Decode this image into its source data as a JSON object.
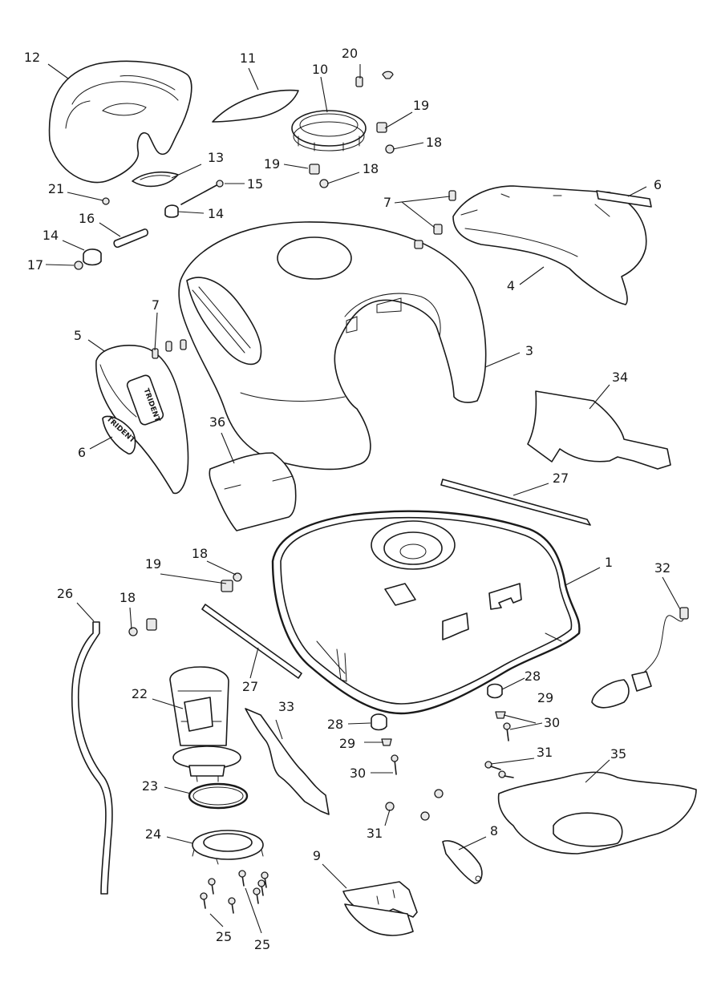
{
  "emblem_text": "TRIDENT",
  "callouts": [
    {
      "id": "12",
      "text": "12"
    },
    {
      "id": "11",
      "text": "11"
    },
    {
      "id": "10",
      "text": "10"
    },
    {
      "id": "20",
      "text": "20"
    },
    {
      "id": "19a",
      "text": "19"
    },
    {
      "id": "18a",
      "text": "18"
    },
    {
      "id": "19b",
      "text": "19"
    },
    {
      "id": "18b",
      "text": "18"
    },
    {
      "id": "13",
      "text": "13"
    },
    {
      "id": "21",
      "text": "21"
    },
    {
      "id": "15",
      "text": "15"
    },
    {
      "id": "14a",
      "text": "14"
    },
    {
      "id": "16",
      "text": "16"
    },
    {
      "id": "14b",
      "text": "14"
    },
    {
      "id": "17",
      "text": "17"
    },
    {
      "id": "6a",
      "text": "6"
    },
    {
      "id": "7a",
      "text": "7"
    },
    {
      "id": "4",
      "text": "4"
    },
    {
      "id": "7b",
      "text": "7"
    },
    {
      "id": "5",
      "text": "5"
    },
    {
      "id": "3",
      "text": "3"
    },
    {
      "id": "34",
      "text": "34"
    },
    {
      "id": "36",
      "text": "36"
    },
    {
      "id": "6b",
      "text": "6"
    },
    {
      "id": "27a",
      "text": "27"
    },
    {
      "id": "1",
      "text": "1"
    },
    {
      "id": "18c",
      "text": "18"
    },
    {
      "id": "19c",
      "text": "19"
    },
    {
      "id": "32",
      "text": "32"
    },
    {
      "id": "26",
      "text": "26"
    },
    {
      "id": "18d",
      "text": "18"
    },
    {
      "id": "28a",
      "text": "28"
    },
    {
      "id": "27b",
      "text": "27"
    },
    {
      "id": "22",
      "text": "22"
    },
    {
      "id": "29a",
      "text": "29"
    },
    {
      "id": "33",
      "text": "33"
    },
    {
      "id": "28b",
      "text": "28"
    },
    {
      "id": "30a",
      "text": "30"
    },
    {
      "id": "29b",
      "text": "29"
    },
    {
      "id": "31a",
      "text": "31"
    },
    {
      "id": "30b",
      "text": "30"
    },
    {
      "id": "35",
      "text": "35"
    },
    {
      "id": "23",
      "text": "23"
    },
    {
      "id": "31b",
      "text": "31"
    },
    {
      "id": "8",
      "text": "8"
    },
    {
      "id": "24",
      "text": "24"
    },
    {
      "id": "9",
      "text": "9"
    },
    {
      "id": "25a",
      "text": "25"
    },
    {
      "id": "25b",
      "text": "25"
    }
  ]
}
